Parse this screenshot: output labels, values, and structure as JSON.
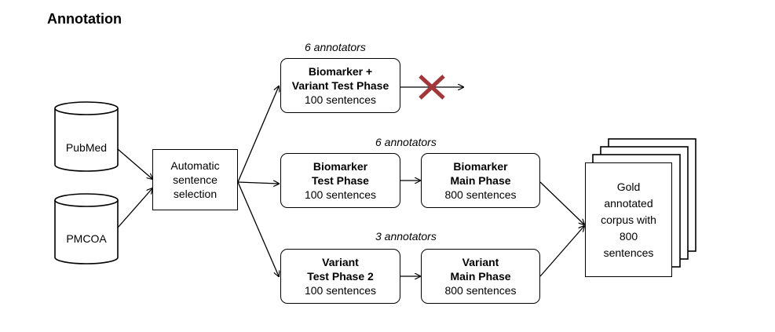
{
  "title": "Annotation",
  "sources": [
    "PubMed",
    "PMCOA"
  ],
  "selection": {
    "line1": "Automatic",
    "line2": "sentence",
    "line3": "selection"
  },
  "top": {
    "annotators": "6 annotators",
    "line1": "Biomarker +",
    "line2": "Variant Test Phase",
    "count": "100 sentences"
  },
  "middle": {
    "annotators": "6 annotators",
    "test": {
      "line1": "Biomarker",
      "line2": "Test Phase",
      "count": "100 sentences"
    },
    "main": {
      "line1": "Biomarker",
      "line2": "Main Phase",
      "count": "800 sentences"
    }
  },
  "bottom": {
    "annotators": "3 annotators",
    "test": {
      "line1": "Variant",
      "line2": "Test Phase 2",
      "count": "100 sentences"
    },
    "main": {
      "line1": "Variant",
      "line2": "Main Phase",
      "count": "800 sentences"
    }
  },
  "corpus": {
    "line1": "Gold",
    "line2": "annotated",
    "line3": "corpus with",
    "line4": "800",
    "line5": "sentences"
  },
  "colors": {
    "cross": "#a0373a"
  }
}
